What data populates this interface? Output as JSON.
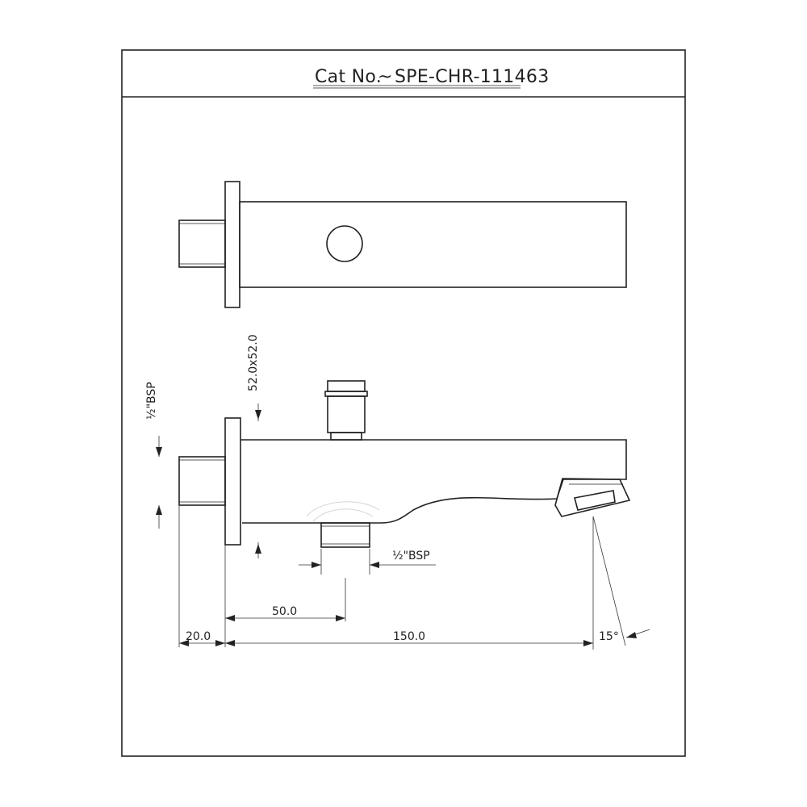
{
  "title": {
    "cat_prefix": "Cat No.",
    "separator": "~",
    "cat_number": "SPE-CHR-111463"
  },
  "dimensions": {
    "plate_size": "52.0x52.0",
    "bsp_inlet": "½\"BSP",
    "bsp_outlet": "½\"BSP",
    "outlet_offset": "50.0",
    "thread_length": "20.0",
    "spout_length": "150.0",
    "spray_angle": "15°"
  }
}
